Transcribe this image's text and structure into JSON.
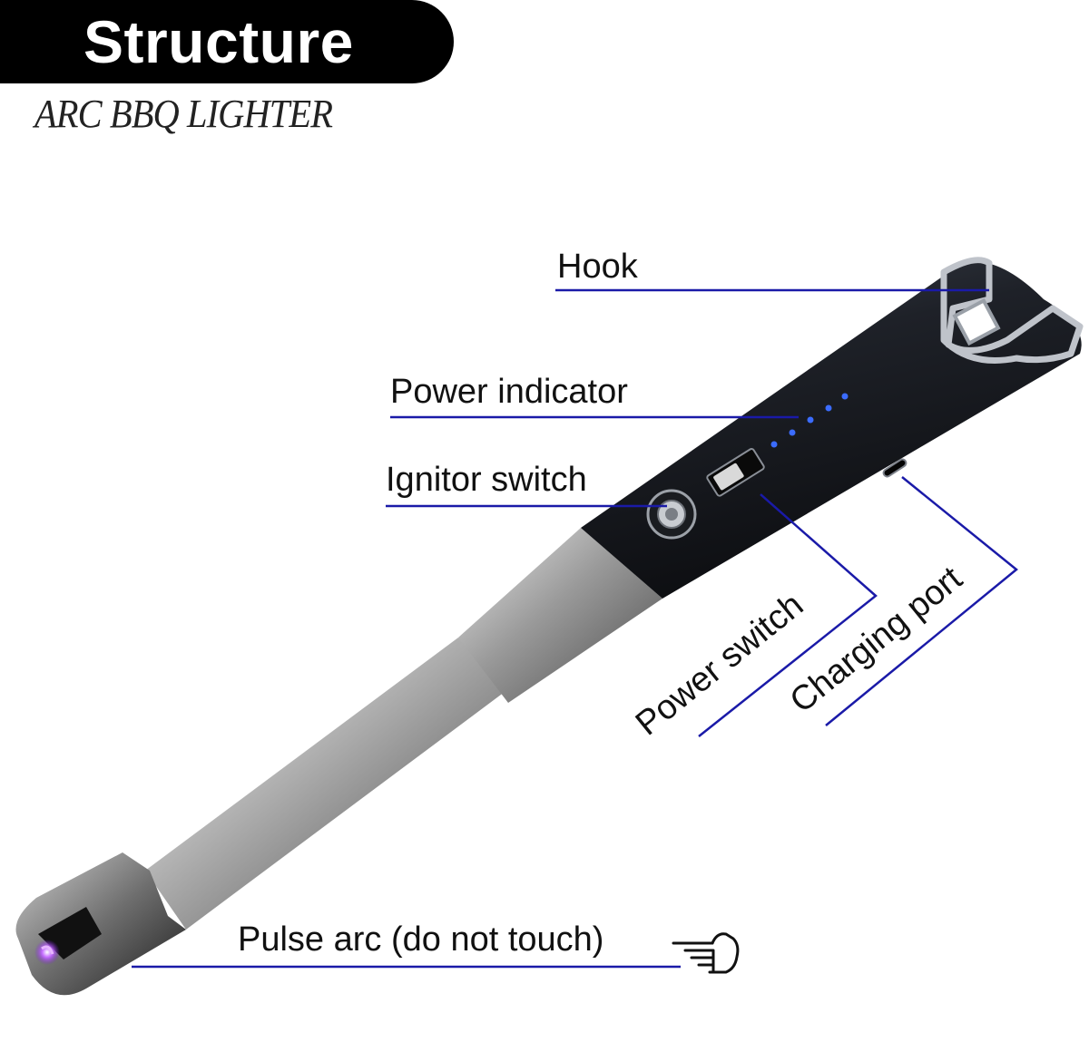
{
  "header": {
    "title": "Structure",
    "subtitle": "ARC BBQ LIGHTER"
  },
  "labels": {
    "hook": "Hook",
    "power_indicator": "Power indicator",
    "ignitor_switch": "Ignitor switch",
    "power_switch": "Power switch",
    "charging_port": "Charging port",
    "pulse_arc": "Pulse arc (do not touch)"
  },
  "colors": {
    "leader_line": "#1a1aa8",
    "body": "#1c1f26",
    "indicator_led": "#3b6cff",
    "arc_glow": "#b44cff"
  },
  "icons": {
    "pointing_hand": "pointing-hand-icon"
  }
}
